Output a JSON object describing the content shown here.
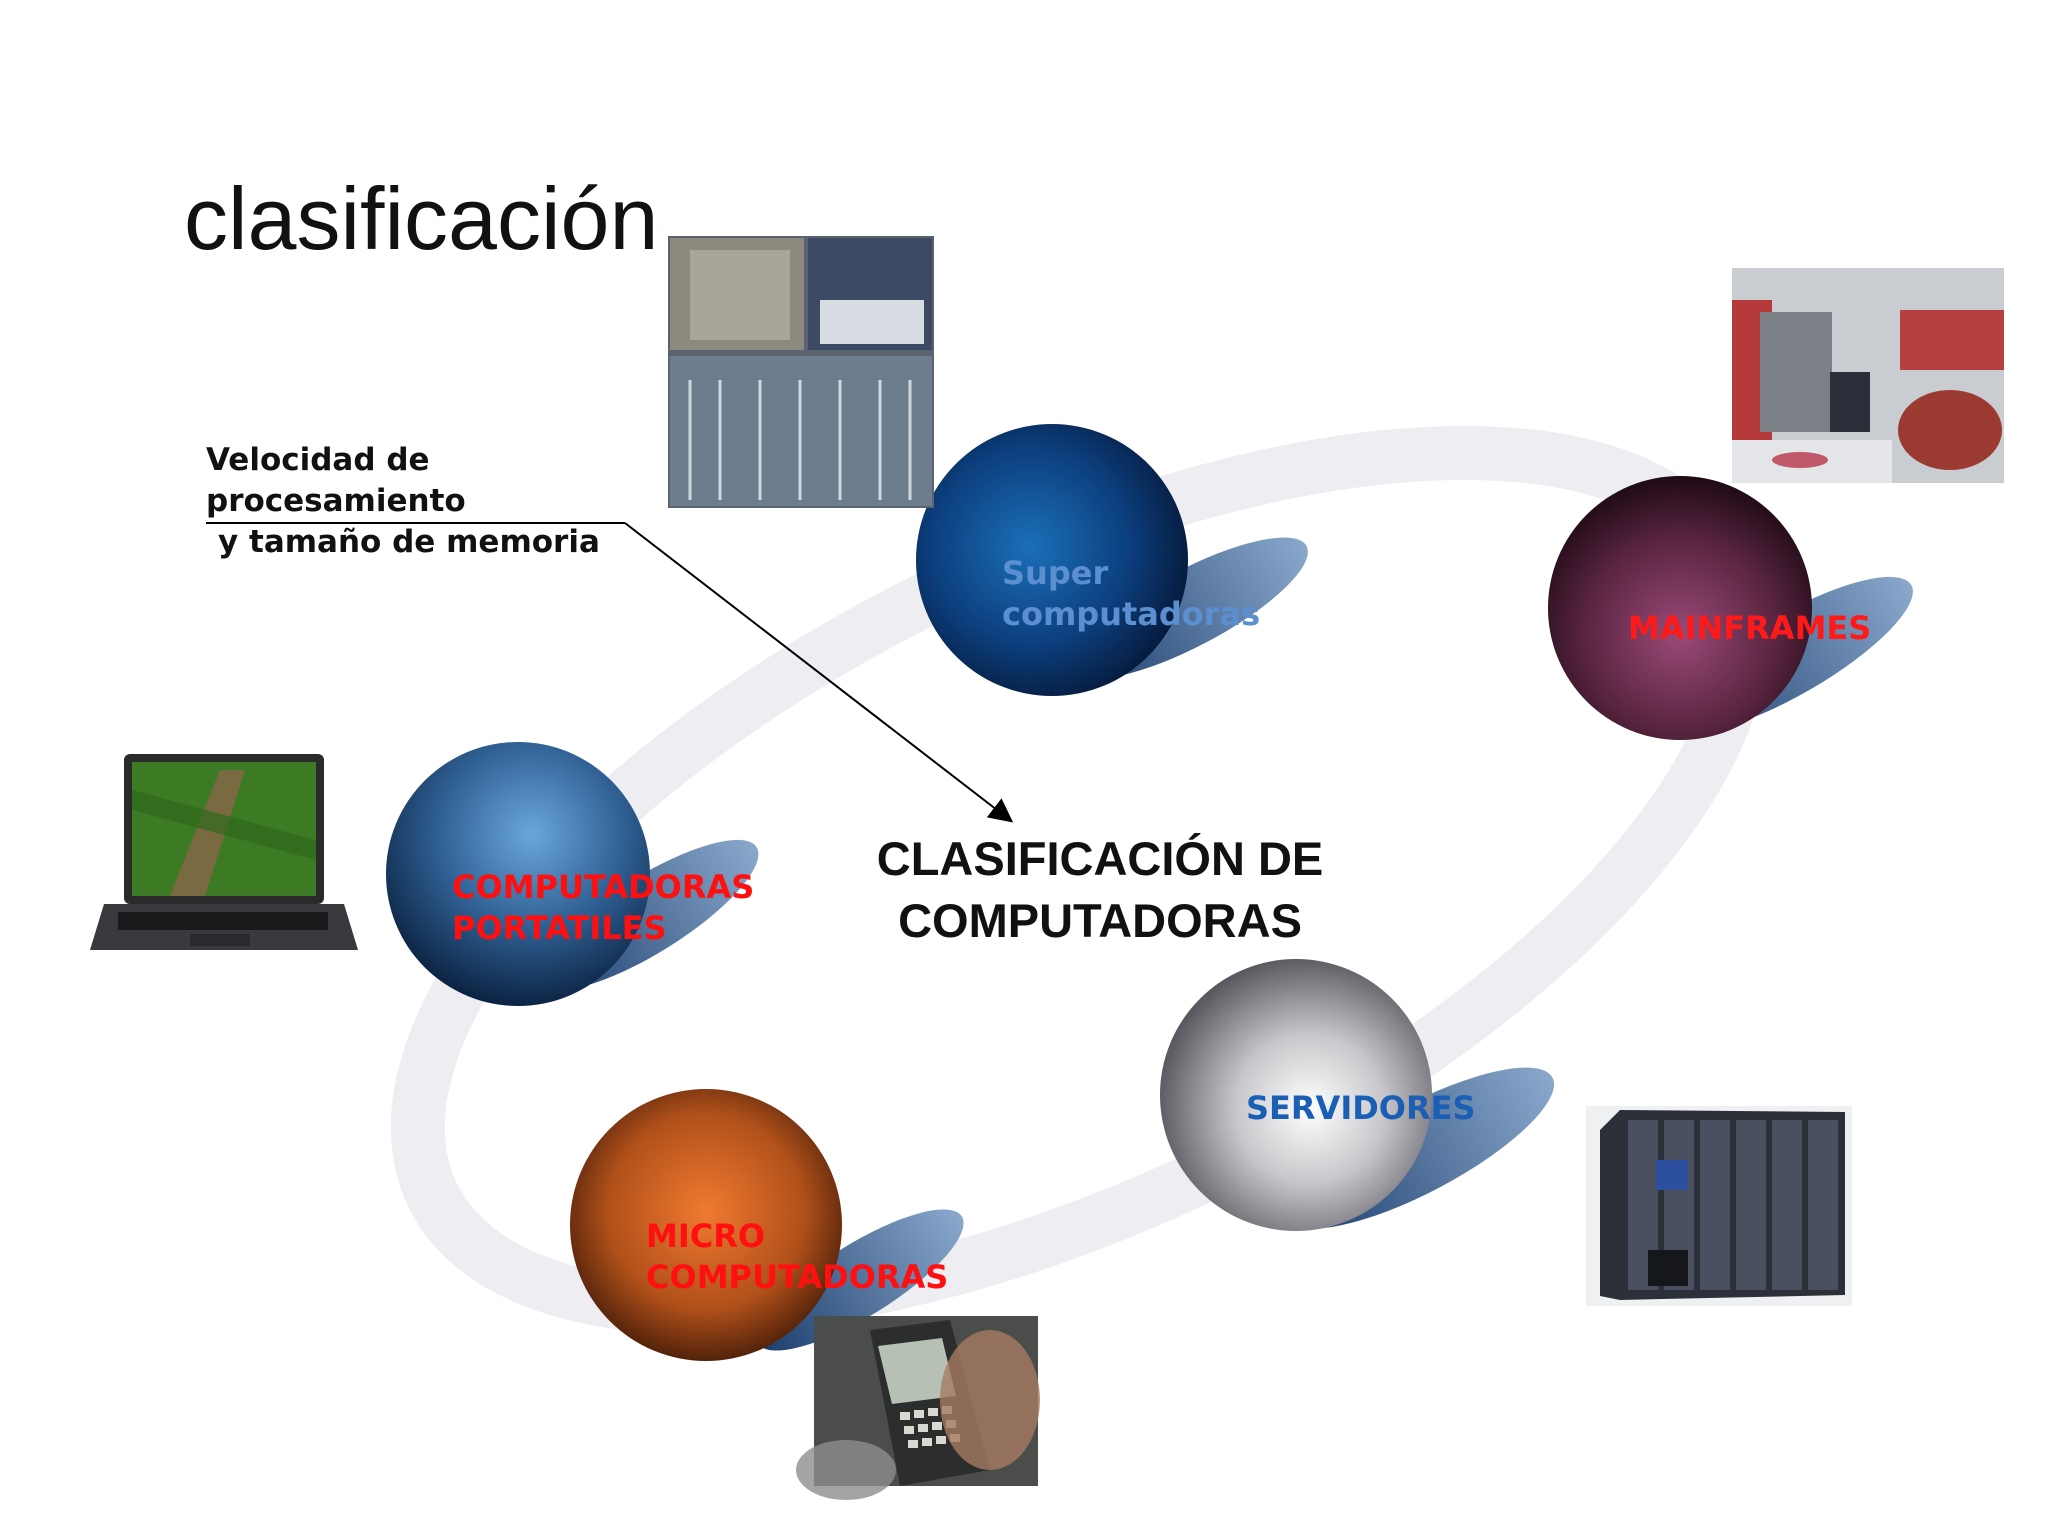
{
  "slide": {
    "title": "clasificación",
    "note_lines": [
      "Velocidad de",
      "procesamiento",
      "y tamaño de memoria"
    ],
    "center_title_lines": [
      "CLASIFICACIÓN DE",
      "COMPUTADORAS"
    ]
  },
  "bubbles": {
    "super": {
      "lines": [
        "Super",
        "computadoras"
      ],
      "color": "#5b8fcf",
      "sphere_color": "#0b3a78"
    },
    "mainframes": {
      "lines": [
        "MAINFRAMES"
      ],
      "color": "#ff1a1a",
      "sphere_color": "#5a2540"
    },
    "portatiles": {
      "lines": [
        "COMPUTADORAS",
        "PORTATILES"
      ],
      "color": "#ff1010",
      "sphere_color": "#2f5f92"
    },
    "servidores": {
      "lines": [
        "SERVIDORES"
      ],
      "color": "#1a5fb4",
      "sphere_color": "#8a8a90"
    },
    "micro": {
      "lines": [
        "MICRO",
        "COMPUTADORAS"
      ],
      "color": "#ff1010",
      "sphere_color": "#b8581e"
    }
  },
  "photos": {
    "super": "supercomputer-room-photo",
    "mainframes": "mainframe-room-photo",
    "laptop": "laptop-photo",
    "servers": "server-racks-photo",
    "phone": "smartphone-photo"
  }
}
